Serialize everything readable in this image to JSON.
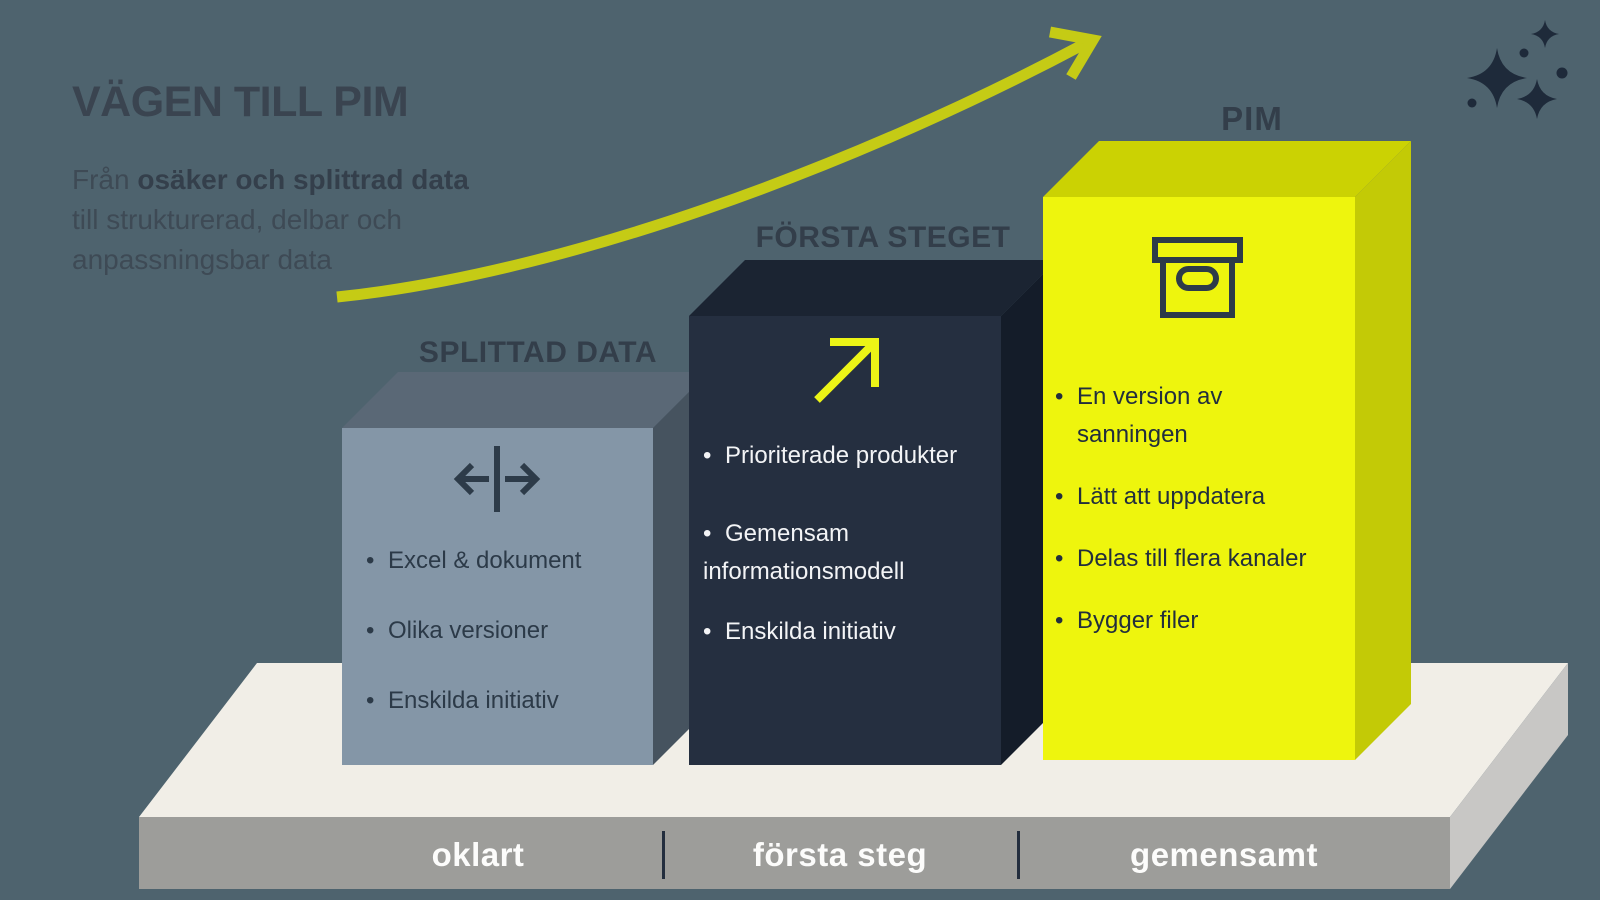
{
  "colors": {
    "bg": "#4e636e",
    "title": "#3a4450",
    "subtitle": "#3e4a55",
    "subtitle-bold": "#343f4b",
    "stage-label": "#333e4a",
    "arrow": "#c5cb15",
    "sparkle": "#1e2a3a",
    "box1-front": "#8496a7",
    "box1-top": "#5a6876",
    "box1-side": "#46535f",
    "box1-text": "#2c3a48",
    "box2-front": "#252f40",
    "box2-top": "#1b2432",
    "box2-side": "#141c29",
    "box2-text": "#f3f4f6",
    "box3-front": "#eef50d",
    "box3-top": "#cbd203",
    "box3-side": "#c3ca06",
    "box3-text": "#222e3d",
    "icon-dark": "#2d3b49",
    "icon-yellow": "#ecf416",
    "platform-top": "#f1eee7",
    "platform-front": "#9d9d9a",
    "platform-side": "#c8c7c5",
    "platform-text": "#fcfcfb",
    "platform-divider": "#232e3e"
  },
  "header": {
    "title": "VÄGEN TILL PIM",
    "subtitle_pre": "Från ",
    "subtitle_bold": "osäker och splittrad data",
    "subtitle_line2": "till strukturerad, delbar och",
    "subtitle_line3": "anpassningsbar data"
  },
  "stages": [
    {
      "label": "SPLITTAD DATA",
      "icon": "split-arrows-icon",
      "items": [
        {
          "text": "Excel & dokument",
          "bullet": true
        },
        {
          "text": "Olika versioner",
          "bullet": true
        },
        {
          "text": "Enskilda initiativ",
          "bullet": true
        }
      ]
    },
    {
      "label": "FÖRSTA STEGET",
      "icon": "arrow-up-right-icon",
      "items": [
        {
          "text": "Prioriterade produkter",
          "bullet": true
        },
        {
          "text": "Gemensam",
          "bullet": true
        },
        {
          "text": "informationsmodell",
          "bullet": false
        },
        {
          "text": "Enskilda initiativ",
          "bullet": true
        }
      ]
    },
    {
      "label": "PIM",
      "icon": "archive-box-icon",
      "items": [
        {
          "text": "En version av",
          "bullet": true
        },
        {
          "text": "sanningen",
          "bullet": false,
          "indent": true
        },
        {
          "text": "Lätt att uppdatera",
          "bullet": true
        },
        {
          "text": "Delas till flera kanaler",
          "bullet": true
        },
        {
          "text": "Bygger filer",
          "bullet": true
        }
      ]
    }
  ],
  "platform": {
    "labels": [
      "oklart",
      "första steg",
      "gemensamt"
    ]
  }
}
